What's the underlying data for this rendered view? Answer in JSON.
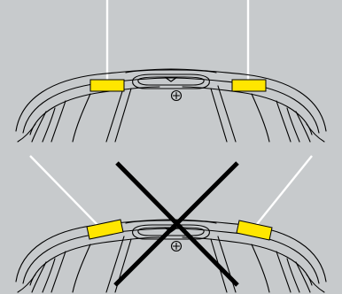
{
  "colors": {
    "background": "#c7cacc",
    "outline": "#000000",
    "guide_line": "#ffffff",
    "reflector_mark": "#ffe600",
    "cross": "#000000"
  },
  "panels": [
    {
      "id": "correct",
      "guide_lines": "vertical",
      "crossed_out": false
    },
    {
      "id": "incorrect",
      "guide_lines": "angled",
      "crossed_out": true
    }
  ]
}
